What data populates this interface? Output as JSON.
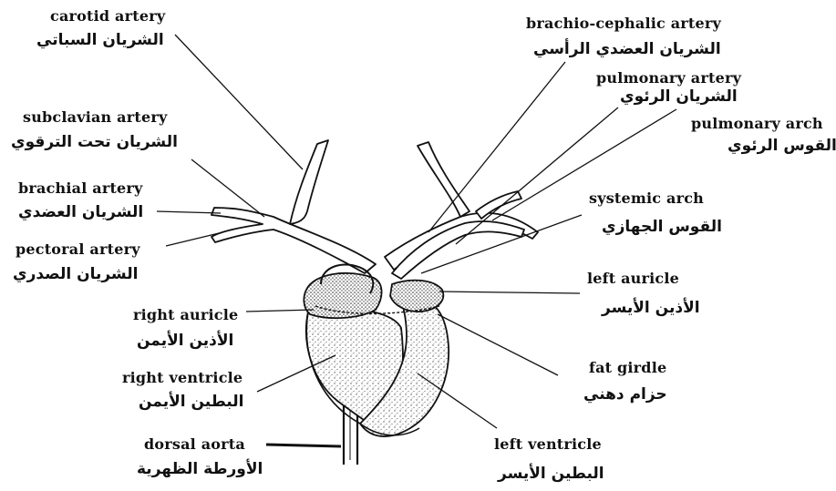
{
  "labels": {
    "carotid": {
      "en": "carotid artery",
      "ar": "الشريان السباتي"
    },
    "brachiocephalic": {
      "en": "brachio-cephalic artery",
      "ar": "الشريان العضدي الرأسي"
    },
    "pulmonary_artery": {
      "en": "pulmonary artery",
      "ar": "الشريان الرئوي"
    },
    "pulmonary_arch": {
      "en": "pulmonary arch",
      "ar": "القوس الرئوي"
    },
    "subclavian": {
      "en": "subclavian artery",
      "ar": "الشريان تحت الترقوي"
    },
    "brachial": {
      "en": "brachial artery",
      "ar": "الشريان العضدي"
    },
    "systemic_arch": {
      "en": "systemic arch",
      "ar": "القوس الجهازي"
    },
    "pectoral": {
      "en": "pectoral artery",
      "ar": "الشريان الصدري"
    },
    "left_auricle": {
      "en": "left auricle",
      "ar": "الأذين الأيسر"
    },
    "right_auricle": {
      "en": "right auricle",
      "ar": "الأذين الأيمن"
    },
    "right_ventricle": {
      "en": "right ventricle",
      "ar": "البطين الأيمن"
    },
    "fat_girdle": {
      "en": "fat girdle",
      "ar": "حزام دهني"
    },
    "dorsal_aorta": {
      "en": "dorsal aorta",
      "ar": "الأورطة الظهرية"
    },
    "left_ventricle": {
      "en": "left ventricle",
      "ar": "البطين الأيسر"
    }
  }
}
